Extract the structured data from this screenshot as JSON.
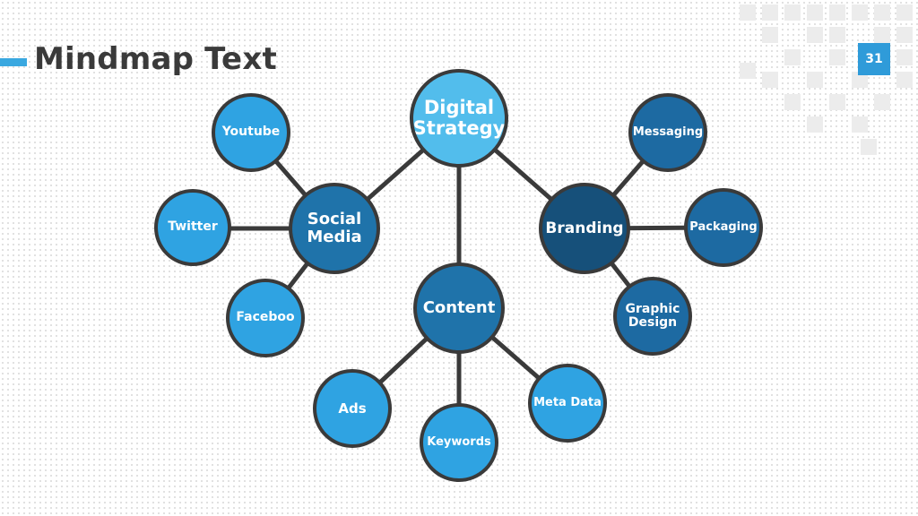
{
  "title": "Mindmap Text",
  "page_number": "31",
  "colors": {
    "accent": "#3aa8e0",
    "light_node": "#2fa3e2",
    "root_node": "#52bdec",
    "mid_node": "#1f73aa",
    "dark_node": "#16507a",
    "line": "#3a3a3a"
  },
  "nodes": {
    "root": "Digital\nStrategy",
    "social": "Social\nMedia",
    "branding": "Branding",
    "content": "Content",
    "youtube": "Youtube",
    "twitter": "Twitter",
    "facebook": "Faceboo",
    "messaging": "Messaging",
    "packaging": "Packaging",
    "graphic": "Graphic\nDesign",
    "ads": "Ads",
    "keywords": "Keywords",
    "metadata": "Meta Data"
  }
}
